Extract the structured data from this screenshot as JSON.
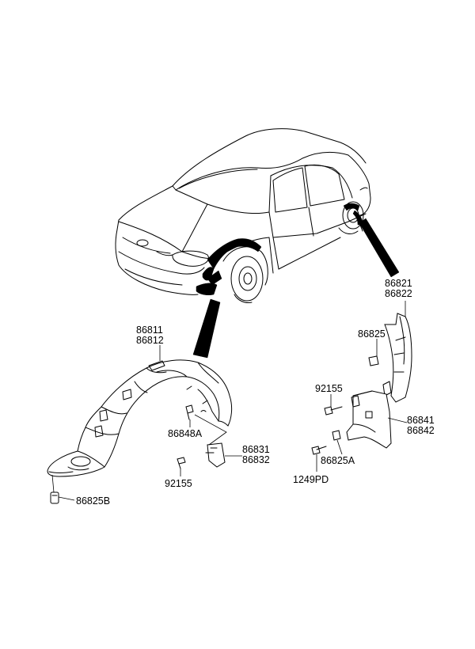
{
  "labels": {
    "front_liner_a": "86811",
    "front_liner_b": "86812",
    "rear_liner_a": "86821",
    "rear_liner_b": "86822",
    "rear_screw": "86825",
    "rear_bolt": "92155",
    "rear_mudguard_a": "86841",
    "rear_mudguard_b": "86842",
    "rear_nut": "86825A",
    "rear_pd": "1249PD",
    "front_clip": "86848A",
    "front_mudguard_a": "86831",
    "front_mudguard_b": "86832",
    "front_screw": "92155",
    "front_rivet": "86825B"
  }
}
